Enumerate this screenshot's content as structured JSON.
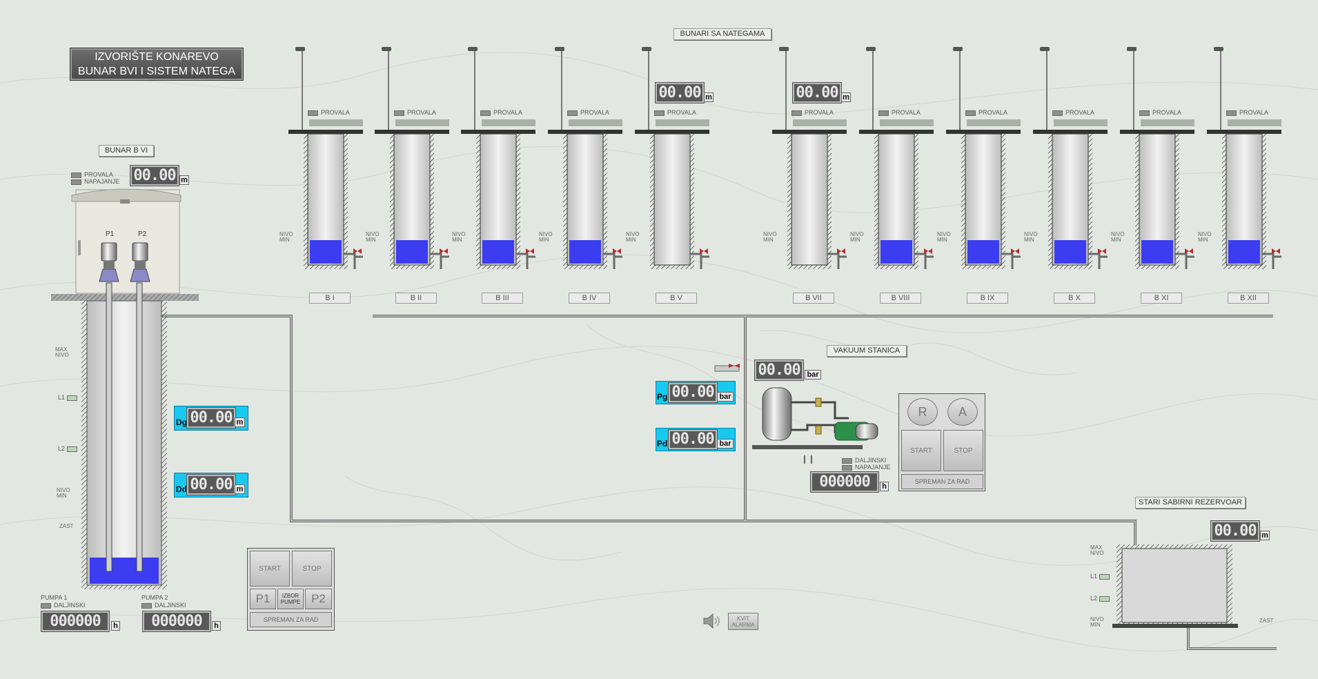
{
  "header": {
    "title_line1": "IZVORIŠTE KONAREVO",
    "title_line2": "BUNAR BVI  I  SISTEM NATEGA",
    "group_label": "BUNARI SA NATEGAMA"
  },
  "bvi": {
    "label": "BUNAR B VI",
    "provala": "PROVALA",
    "napajanje": "NAPAJANJE",
    "level_value": "00.00",
    "level_unit": "m",
    "p1": "P1",
    "p2": "P2",
    "max_nivo": "MAX NIVO",
    "nivo_min": "NIVO MIN",
    "zast": "ZAST",
    "l1": "L1",
    "l2": "L2",
    "dg_label": "Dg",
    "dg_value": "00.00",
    "dg_unit": "m",
    "dd_label": "Dd",
    "dd_value": "00.00",
    "dd_unit": "m",
    "pumpa1": "PUMPA 1",
    "pumpa2": "PUMPA 2",
    "daljinski": "DALJINSKI",
    "hours1": "000000",
    "hours2": "000000",
    "hours_unit": "h"
  },
  "pump_panel": {
    "start": "START",
    "stop": "STOP",
    "p1": "P1",
    "izbor": "IZBOR PUMPE",
    "p2": "P2",
    "ready": "SPREMAN ZA RAD"
  },
  "alarm": {
    "kvit": "KVIT ALARMA"
  },
  "wells": [
    {
      "name": "B I",
      "filled": true
    },
    {
      "name": "B II",
      "filled": true
    },
    {
      "name": "B III",
      "filled": true
    },
    {
      "name": "B IV",
      "filled": true
    },
    {
      "name": "B V",
      "filled": false,
      "level": "00.00"
    },
    {
      "name": "B VII",
      "filled": false,
      "level": "00.00"
    },
    {
      "name": "B VIII",
      "filled": true
    },
    {
      "name": "B IX",
      "filled": true
    },
    {
      "name": "B X",
      "filled": true
    },
    {
      "name": "B XI",
      "filled": true
    },
    {
      "name": "B XII",
      "filled": true
    }
  ],
  "wells_common": {
    "provala": "PROVALA",
    "nivo_min": "NIVO MIN",
    "level_unit": "m"
  },
  "vakuum": {
    "label": "VAKUUM STANICA",
    "pressure_value": "00.00",
    "pressure_unit": "bar",
    "pg_label": "Pg",
    "pg_value": "00.00",
    "pg_unit": "bar",
    "pd_label": "Pd",
    "pd_value": "00.00",
    "pd_unit": "bar",
    "daljinski": "DALJINSKI",
    "napajanje": "NAPAJANJE",
    "hours": "000000",
    "hours_unit": "h",
    "btn_r": "R",
    "btn_a": "A",
    "start": "START",
    "stop": "STOP",
    "ready": "SPREMAN ZA RAD"
  },
  "reservoir": {
    "label": "STARI SABIRNI REZERVOAR",
    "level_value": "00.00",
    "level_unit": "m",
    "max_nivo": "MAX NIVO",
    "l1": "L1",
    "l2": "L2",
    "nivo_min": "NIVO MIN",
    "zast": "ZAST"
  },
  "colors": {
    "water": "#3c3cf0",
    "cyan": "#19c8ee",
    "pipe": "#707070",
    "background": "#e3e7e1"
  }
}
